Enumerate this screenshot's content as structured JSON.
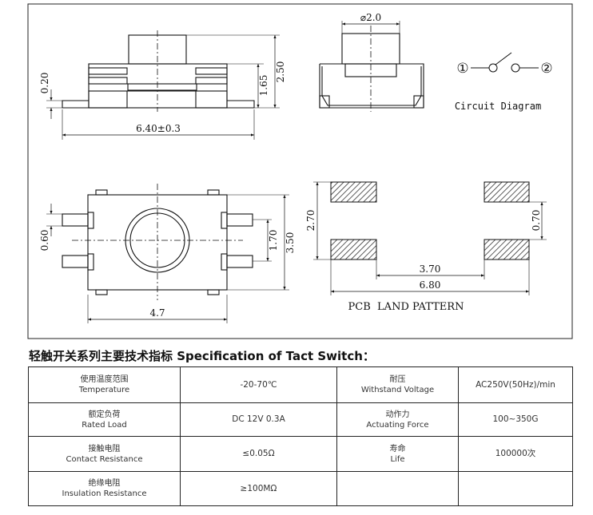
{
  "drawing": {
    "side_view": {
      "dim_overall_width": "6.40±0.3",
      "dim_total_height": "2.50",
      "dim_body_height": "1.65",
      "dim_terminal_thickness": "0.20"
    },
    "front_view": {
      "dim_actuator_diameter": "⌀2.0"
    },
    "circuit": {
      "terminal_1": "①",
      "terminal_2": "②",
      "label": "Circuit Diagram"
    },
    "top_view": {
      "dim_body_width": "4.7",
      "dim_body_height": "3.50",
      "dim_terminal_spacing": "1.70",
      "dim_terminal_width": "0.60"
    },
    "pcb": {
      "dim_pad_span_height": "2.70",
      "dim_pad_height": "0.70",
      "dim_inner_spacing": "3.70",
      "dim_outer_spacing": "6.80",
      "label": "PCB  LAND PATTERN"
    }
  },
  "spec": {
    "title": "轻触开关系列主要技术指标 Specification of Tact Switch：",
    "rows": [
      [
        {
          "zh": "使用温度范围",
          "en": "Temperature"
        },
        {
          "value": "-20-70℃"
        },
        {
          "zh": "耐压",
          "en": "Withstand Voltage"
        },
        {
          "value": "AC250V(50Hz)/min"
        }
      ],
      [
        {
          "zh": "额定负荷",
          "en": "Rated Load"
        },
        {
          "value": "DC 12V 0.3A"
        },
        {
          "zh": "动作力",
          "en": "Actuating Force"
        },
        {
          "value": "100~350G"
        }
      ],
      [
        {
          "zh": "接触电阻",
          "en": "Contact Resistance"
        },
        {
          "value": "≤0.05Ω"
        },
        {
          "zh": "寿命",
          "en": "Life"
        },
        {
          "value": "100000次"
        }
      ],
      [
        {
          "zh": "绝缘电阻",
          "en": "Insulation Resistance"
        },
        {
          "value": "≥100MΩ"
        },
        {
          "zh": "",
          "en": ""
        },
        {
          "value": ""
        }
      ]
    ]
  }
}
